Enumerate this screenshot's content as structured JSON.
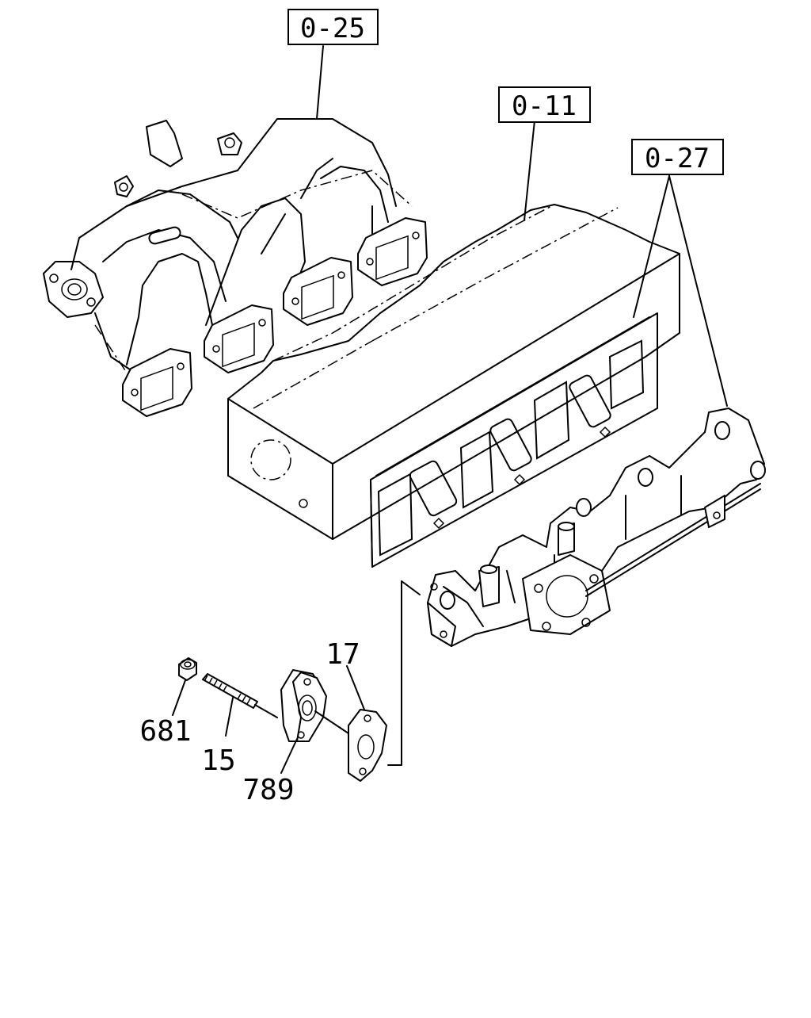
{
  "refs": {
    "intake_manifold": "0-25",
    "cylinder_head": "0-11",
    "exhaust_manifold": "0-27"
  },
  "parts": {
    "nut": "681",
    "stud": "15",
    "egr_adapter": "789",
    "gasket": "17"
  }
}
